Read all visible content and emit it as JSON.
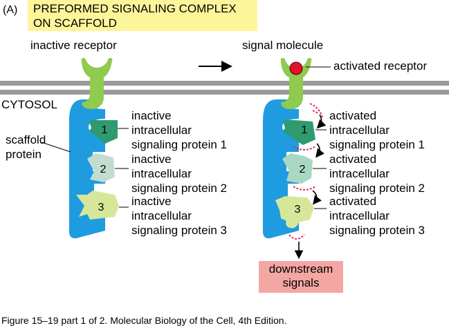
{
  "panel_letter": "(A)",
  "title_lines": [
    "PREFORMED SIGNALING COMPLEX",
    "ON SCAFFOLD"
  ],
  "labels": {
    "inactive_receptor": "inactive receptor",
    "signal_molecule": "signal molecule",
    "activated_receptor": "activated receptor",
    "cytosol": "CYTOSOL",
    "scaffold_protein": [
      "scaffold",
      "protein"
    ]
  },
  "left_proteins": [
    {
      "number": "1",
      "lines": [
        "inactive",
        "intracellular",
        "signaling protein 1"
      ]
    },
    {
      "number": "2",
      "lines": [
        "inactive",
        "intracellular",
        "signaling protein 2"
      ]
    },
    {
      "number": "3",
      "lines": [
        "inactive",
        "intracellular",
        "signaling protein 3"
      ]
    }
  ],
  "right_proteins": [
    {
      "number": "1",
      "lines": [
        "activated",
        "intracellular",
        "signaling protein 1"
      ]
    },
    {
      "number": "2",
      "lines": [
        "activated",
        "intracellular",
        "signaling protein 2"
      ]
    },
    {
      "number": "3",
      "lines": [
        "activated",
        "intracellular",
        "signaling protein 3"
      ]
    }
  ],
  "downstream_lines": [
    "downstream",
    "signals"
  ],
  "caption": "Figure 15–19 part 1 of 2. Molecular Biology of the Cell, 4th Edition.",
  "colors": {
    "title_bg": "#fdf59a",
    "membrane": "#9a9a9a",
    "scaffold": "#1f9be0",
    "receptor": "#8ecb4e",
    "protein_1": "#2f9a6d",
    "protein_2_inactive": "#c2ddd0",
    "protein_2_active": "#a8d8c4",
    "protein_3": "#d6e79a",
    "signal_molecule": "#e0102e",
    "activation_burst": "#e8305a",
    "downstream_bg": "#f4a6a3"
  }
}
